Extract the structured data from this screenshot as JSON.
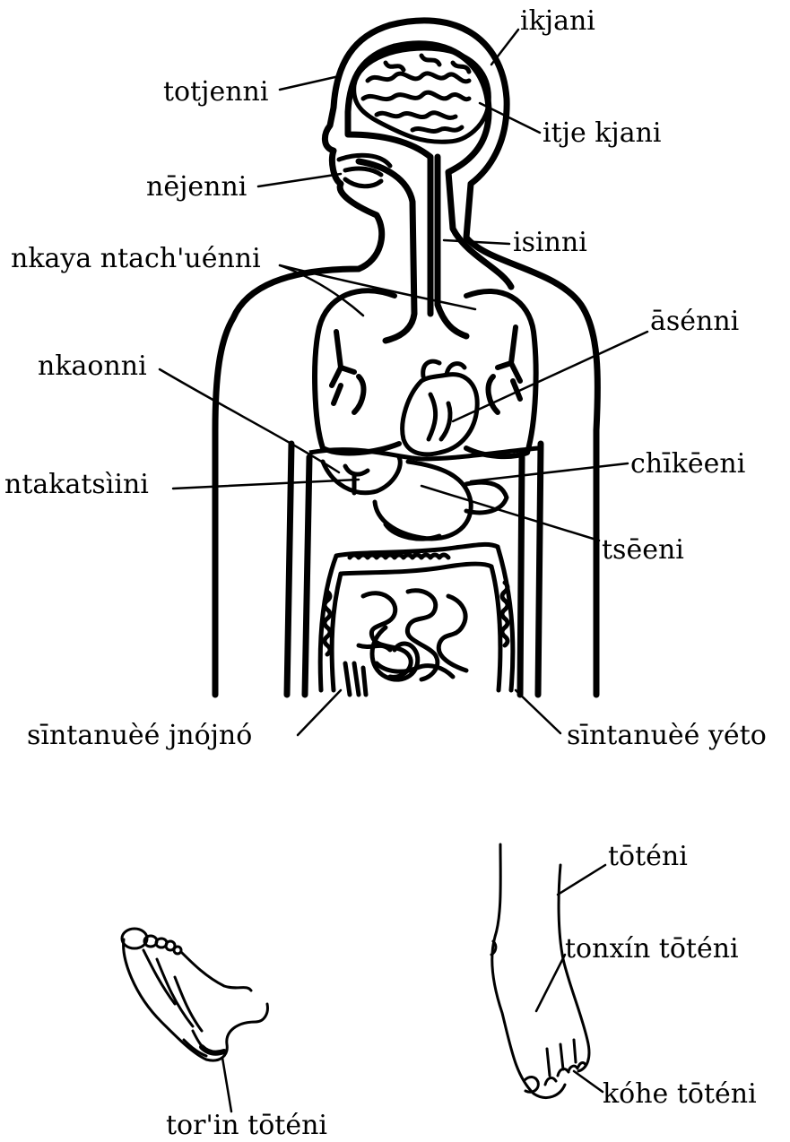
{
  "labels": {
    "ikjani": "ikjani",
    "totjenni": "totjenni",
    "itje_kjani": "itje kjani",
    "nejenni": "nējenni",
    "isinni": "isinni",
    "nkaya_ntach_uenni": "nkaya ntach'uénni",
    "asenni": "āsénni",
    "nkaonni": "nkaonni",
    "chikeeni": "chīkēeni",
    "ntakatsiini": "ntakatsìini",
    "tseeni": "tsēeni",
    "sintanuee_jnojno": "sīntanuèé jnójnó",
    "sintanuee_yeto": "sīntanuèé yéto",
    "toteni": "tōténi",
    "tonxin_toteni": "tonxín tōténi",
    "kohe_toteni": "kóhe tōténi",
    "torin_toteni": "tor'in tōténi"
  },
  "colors": {
    "ink": "#000000",
    "paper": "#ffffff"
  }
}
